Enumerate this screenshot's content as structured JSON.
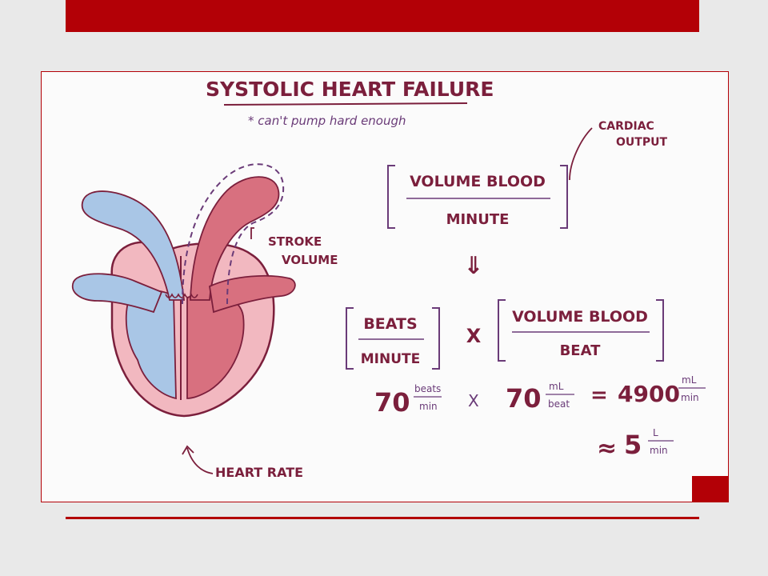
{
  "slide": {
    "accent_color": "#b30006"
  },
  "diagram": {
    "title": "SYSTOLIC HEART FAILURE",
    "subtitle": "* can't pump hard enough",
    "labels": {
      "cardiac_output": [
        "CARDIAC",
        "OUTPUT"
      ],
      "stroke_volume": [
        "STROKE",
        "VOLUME"
      ],
      "heart_rate": "HEART RATE"
    },
    "formula_top": {
      "numerator": "VOLUME BLOOD",
      "denominator": "MINUTE",
      "arrow": "⇓"
    },
    "formula_bottom": {
      "left_numerator": "BEATS",
      "left_denominator": "MINUTE",
      "times": "X",
      "right_numerator": "VOLUME BLOOD",
      "right_denominator": "BEAT"
    },
    "calculation": {
      "hr_value": "70",
      "hr_unit_top": "beats",
      "hr_unit_bottom": "min",
      "times": "X",
      "sv_value": "70",
      "sv_unit_top": "mL",
      "sv_unit_bottom": "beat",
      "equals": "=",
      "result_value": "4900",
      "result_unit_top": "mL",
      "result_unit_bottom": "min",
      "approx": "≈",
      "approx_value": "5",
      "approx_unit_top": "L",
      "approx_unit_bottom": "min"
    },
    "colors": {
      "ink": "#7b1f3c",
      "purple": "#6a3b78",
      "blue": "#a9c6e6",
      "red": "#d8707f",
      "muscle": "#f2b8c0"
    }
  }
}
